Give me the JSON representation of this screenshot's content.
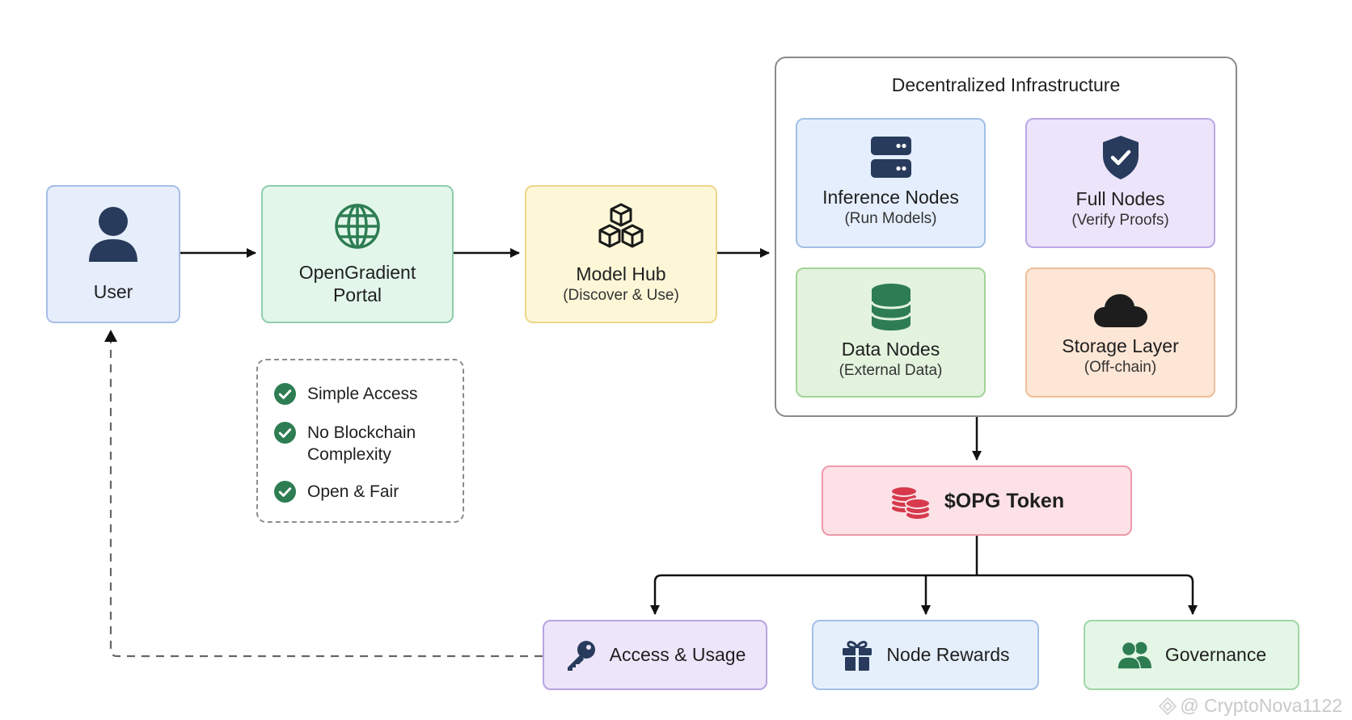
{
  "user": {
    "label": "User"
  },
  "portal": {
    "label_line1": "OpenGradient",
    "label_line2": "Portal"
  },
  "model_hub": {
    "label": "Model Hub",
    "sublabel": "(Discover & Use)"
  },
  "infrastructure": {
    "title": "Decentralized Infrastructure",
    "nodes": [
      {
        "label": "Inference Nodes",
        "sublabel": "(Run Models)",
        "icon": "server-icon"
      },
      {
        "label": "Full Nodes",
        "sublabel": "(Verify Proofs)",
        "icon": "shield-check-icon"
      },
      {
        "label": "Data Nodes",
        "sublabel": "(External Data)",
        "icon": "database-icon"
      },
      {
        "label": "Storage Layer",
        "sublabel": "(Off-chain)",
        "icon": "cloud-icon"
      }
    ]
  },
  "benefits": [
    {
      "line1": "Simple Access",
      "line2": ""
    },
    {
      "line1": "No Blockchain",
      "line2": "Complexity"
    },
    {
      "line1": "Open & Fair",
      "line2": ""
    }
  ],
  "token": {
    "label": "$OPG Token",
    "icon": "coins-icon"
  },
  "uses": [
    {
      "label": "Access & Usage",
      "icon": "key-icon"
    },
    {
      "label": "Node Rewards",
      "icon": "gift-icon"
    },
    {
      "label": "Governance",
      "icon": "users-icon"
    }
  ],
  "watermark": "@ CryptoNova1122",
  "colors": {
    "user_fill": "#e6eefc",
    "portal_fill": "#e2f6ea",
    "hub_fill": "#fdf7d8",
    "inference_fill": "#e4eefc",
    "full_fill": "#ece4fa",
    "data_fill": "#e3f3de",
    "storage_fill": "#fde6d6",
    "token_fill": "#fce1e6",
    "access_fill": "#ede5fa",
    "rewards_fill": "#e5effc",
    "governance_fill": "#e4f6e5",
    "icon_navy": "#283b5c",
    "icon_green": "#2e7d52",
    "icon_red": "#d63a4c"
  }
}
